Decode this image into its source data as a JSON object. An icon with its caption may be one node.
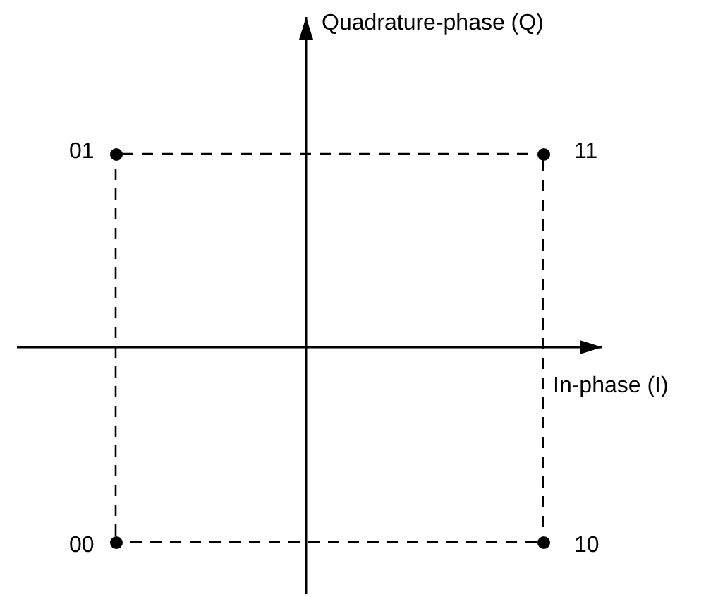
{
  "diagram": {
    "nodes": [
      {
        "text": [],
        "shape": "circle",
        "beside": [
          "01"
        ]
      },
      {
        "text": [],
        "shape": "circle",
        "beside": [
          "11"
        ]
      },
      {
        "text": [],
        "shape": "circle",
        "beside": [
          "00"
        ]
      },
      {
        "text": [],
        "shape": "circle",
        "beside": [
          "10"
        ]
      }
    ],
    "edges": [
      {
        "from": 0,
        "to": 1,
        "arrow": "none",
        "style": "dashed"
      },
      {
        "from": 1,
        "to": 3,
        "arrow": "none",
        "style": "dashed"
      },
      {
        "from": 3,
        "to": 2,
        "arrow": "none",
        "style": "dashed"
      },
      {
        "from": 2,
        "to": 0,
        "arrow": "none",
        "style": "dashed"
      }
    ],
    "labels": [
      "Quadrature-phase (Q)",
      "In-phase (I)"
    ]
  }
}
